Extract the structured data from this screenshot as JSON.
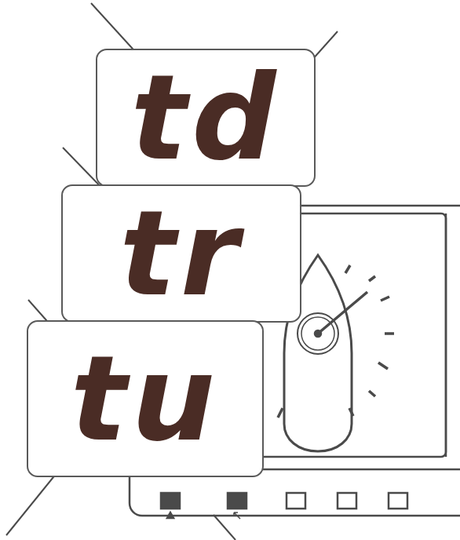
{
  "diagram": {
    "nodes": [
      {
        "text": [
          "td"
        ]
      },
      {
        "text": [
          "tr"
        ]
      },
      {
        "text": [
          "tu"
        ]
      }
    ]
  }
}
